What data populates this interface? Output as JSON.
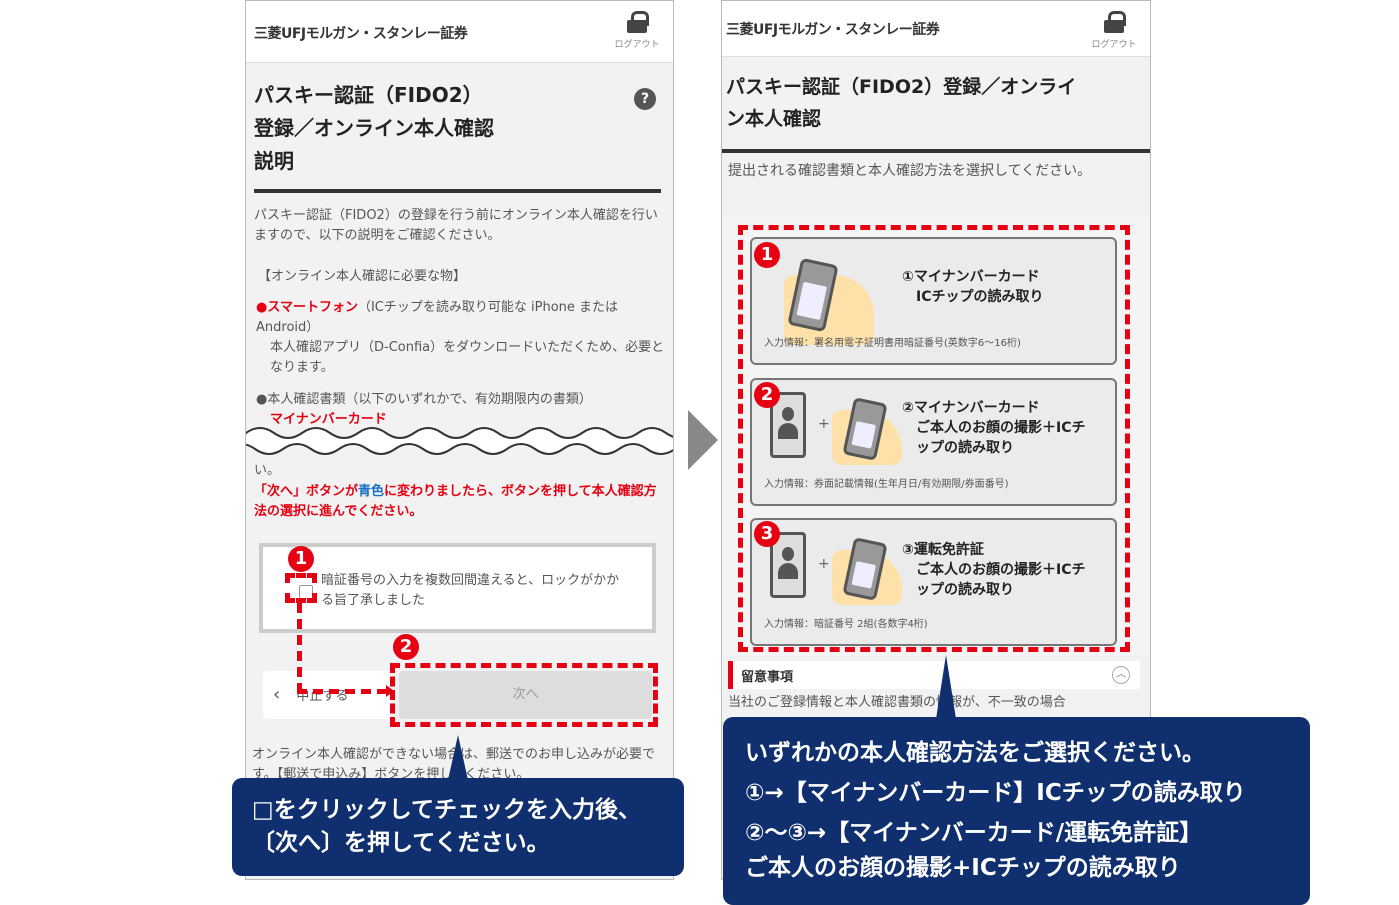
{
  "left_screen": {
    "brand": "三菱UFJモルガン・スタンレー証券",
    "logout_label": "ログアウト",
    "title_lines": [
      "パスキー認証（FIDO2）",
      "登録／オンライン本人確認",
      "説明"
    ],
    "help_icon": "?",
    "intro": "パスキー認証（FIDO2）の登録を行う前にオンライン本人確認を行いますので、以下の説明をご確認ください。",
    "required_heading": "【オンライン本人確認に必要な物】",
    "item1_highlight": "●スマートフォン",
    "item1_text": "（ICチップを読み取り可能な iPhone または Android）",
    "item1_sub": "本人確認アプリ（D-Confia）をダウンロードいただくため、必要となります。",
    "item2_text": "●本人確認書類（以下のいずれかで、有効期限内の書類）",
    "item2_highlight": "マイナンバーカード",
    "cut_tail": "い。",
    "notice_part1": "「次へ」ボタンが",
    "notice_blue": "青色",
    "notice_part2": "に変わりましたら、ボタンを押して本人確認方法の選択に進んでください。",
    "checkbox_label": "暗証番号の入力を複数回間違えると、ロックがかかる旨了承しました",
    "back_button": "中止する",
    "next_button": "次へ",
    "footer_text": "オンライン本人確認ができない場合は、郵送でのお申し込みが必要です。【郵送で申込み】ボタンを押してください。",
    "step_badges": [
      "1",
      "2"
    ]
  },
  "right_screen": {
    "brand": "三菱UFJモルガン・スタンレー証券",
    "logout_label": "ログアウト",
    "title_lines": [
      "パスキー認証（FIDO2）登録／オンライ",
      "ン本人確認"
    ],
    "instruction": "提出される確認書類と本人確認方法を選択してください。",
    "options": [
      {
        "badge": "1",
        "label_lines": [
          "①マイナンバーカード",
          "ICチップの読み取り"
        ],
        "info": "入力情報：署名用電子証明書用暗証番号(英数字6～16桁)"
      },
      {
        "badge": "2",
        "label_lines": [
          "②マイナンバーカード",
          "ご本人のお顔の撮影＋ICチ",
          "ップの読み取り"
        ],
        "info": "入力情報：券面記載情報(生年月日/有効期限/券面番号)"
      },
      {
        "badge": "3",
        "label_lines": [
          "③運転免許証",
          "ご本人のお顔の撮影＋ICチ",
          "ップの読み取り"
        ],
        "info": "入力情報：暗証番号 2組(各数字4桁)"
      }
    ],
    "plus": "+",
    "notes_heading": "留意事項",
    "notes_cut": "当社のご登録情報と本人確認書類の情報が、不一致の場合"
  },
  "callouts": {
    "left": [
      "□をクリックしてチェックを入力後、",
      "〔次へ〕を押してください。"
    ],
    "right": [
      "いずれかの本人確認方法をご選択ください。",
      "①→【マイナンバーカード】ICチップの読み取り",
      "②～③→【マイナンバーカード/運転免許証】",
      "ご本人のお顔の撮影+ICチップの読み取り"
    ]
  },
  "colors": {
    "accent_red": "#e60012",
    "callout_navy": "#0f2f6e",
    "link_blue": "#1a6fc4"
  }
}
